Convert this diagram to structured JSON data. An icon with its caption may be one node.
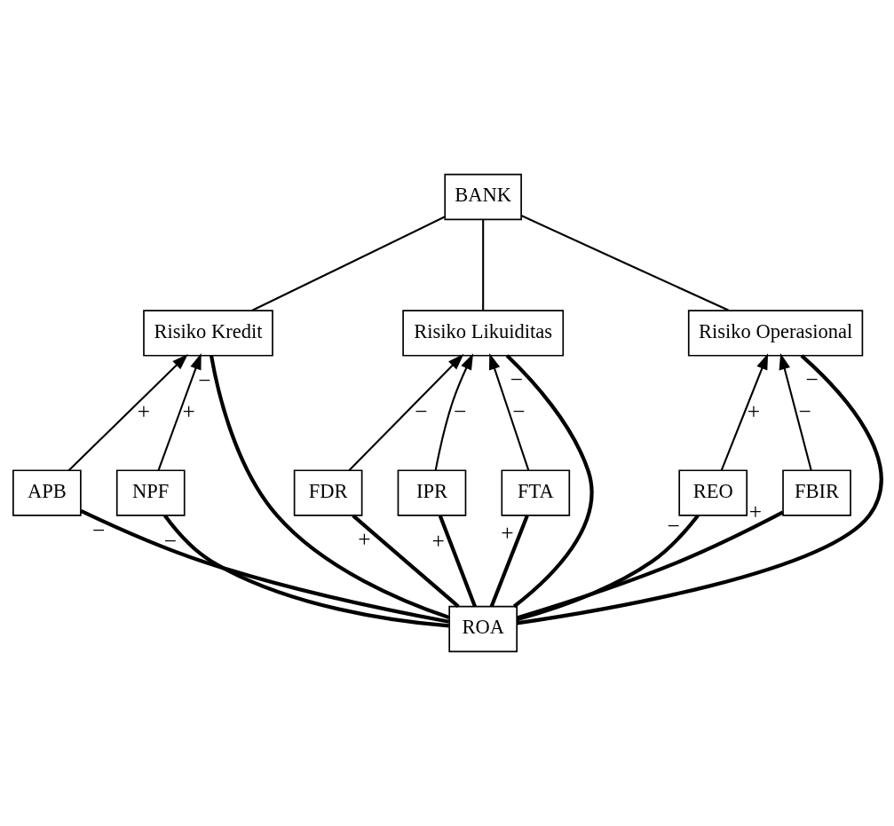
{
  "diagram": {
    "nodes": [
      {
        "text": [
          "BANK"
        ]
      },
      {
        "text": [
          "Risiko Kredit"
        ]
      },
      {
        "text": [
          "Risiko Likuiditas"
        ]
      },
      {
        "text": [
          "Risiko Operasional"
        ]
      },
      {
        "text": [
          "APB"
        ]
      },
      {
        "text": [
          "NPF"
        ]
      },
      {
        "text": [
          "FDR"
        ]
      },
      {
        "text": [
          "IPR"
        ]
      },
      {
        "text": [
          "FTA"
        ]
      },
      {
        "text": [
          "REO"
        ]
      },
      {
        "text": [
          "FBIR"
        ]
      },
      {
        "text": [
          "ROA"
        ]
      }
    ],
    "edges": [
      {
        "from": 0,
        "to": 1,
        "arrow": "none"
      },
      {
        "from": 0,
        "to": 2,
        "arrow": "none"
      },
      {
        "from": 0,
        "to": 3,
        "arrow": "none"
      },
      {
        "from": 4,
        "to": 1,
        "arrow": "to",
        "label": "+"
      },
      {
        "from": 5,
        "to": 1,
        "arrow": "to",
        "label": "+"
      },
      {
        "from": 6,
        "to": 2,
        "arrow": "to",
        "label": "−"
      },
      {
        "from": 7,
        "to": 2,
        "arrow": "to",
        "label": "−"
      },
      {
        "from": 8,
        "to": 2,
        "arrow": "to",
        "label": "−"
      },
      {
        "from": 9,
        "to": 3,
        "arrow": "to",
        "label": "+"
      },
      {
        "from": 10,
        "to": 3,
        "arrow": "to",
        "label": "−"
      },
      {
        "from": 1,
        "to": 11,
        "arrow": "none",
        "label": "−",
        "style": "thick"
      },
      {
        "from": 4,
        "to": 11,
        "arrow": "none",
        "label": "−",
        "style": "thick"
      },
      {
        "from": 5,
        "to": 11,
        "arrow": "none",
        "label": "−",
        "style": "thick"
      },
      {
        "from": 6,
        "to": 11,
        "arrow": "none",
        "label": "+",
        "style": "thick"
      },
      {
        "from": 7,
        "to": 11,
        "arrow": "none",
        "label": "+",
        "style": "thick"
      },
      {
        "from": 8,
        "to": 11,
        "arrow": "none",
        "label": "+",
        "style": "thick"
      },
      {
        "from": 2,
        "to": 11,
        "arrow": "none",
        "label": "−",
        "style": "thick"
      },
      {
        "from": 9,
        "to": 11,
        "arrow": "none",
        "label": "−",
        "style": "thick"
      },
      {
        "from": 10,
        "to": 11,
        "arrow": "none",
        "label": "+",
        "style": "thick"
      },
      {
        "from": 3,
        "to": 11,
        "arrow": "none",
        "label": "−",
        "style": "thick"
      }
    ]
  }
}
